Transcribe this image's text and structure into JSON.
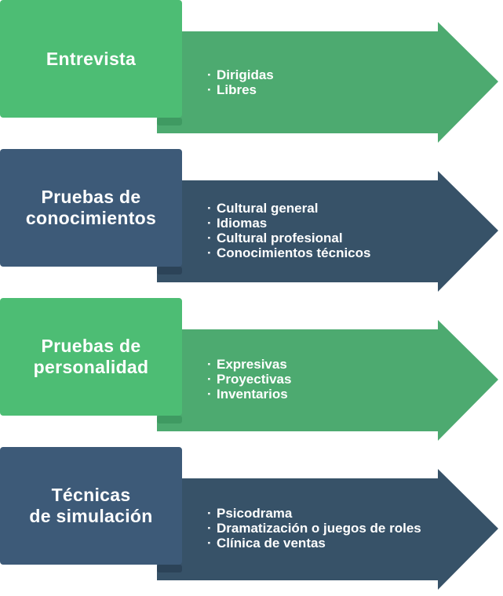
{
  "colors": {
    "green_title": "#4dbd74",
    "green_arrow": "#4daa70",
    "green_shadow": "#3f9a62",
    "blue_title": "#3d5a78",
    "blue_arrow": "#375268",
    "blue_shadow": "#2c4358"
  },
  "rows": [
    {
      "title": "Entrevista",
      "theme": "green",
      "items": [
        "Dirigidas",
        "Libres"
      ]
    },
    {
      "title": "Pruebas de\nconocimientos",
      "theme": "blue",
      "items": [
        "Cultural general",
        "Idiomas",
        "Cultural profesional",
        "Conocimientos técnicos"
      ]
    },
    {
      "title": "Pruebas de\npersonalidad",
      "theme": "green",
      "items": [
        "Expresivas",
        "Proyectivas",
        "Inventarios"
      ]
    },
    {
      "title": "Técnicas\nde simulación",
      "theme": "blue",
      "items": [
        "Psicodrama",
        "Dramatización o juegos de roles",
        "Clínica de ventas"
      ]
    }
  ]
}
